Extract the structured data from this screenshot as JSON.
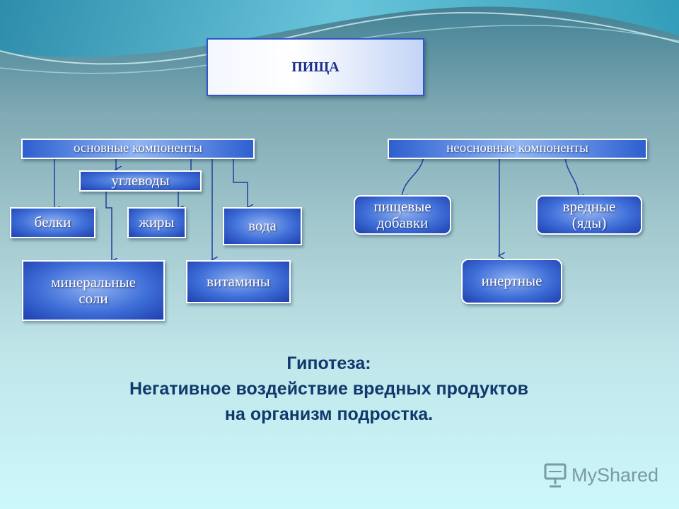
{
  "title": "ПИЩА",
  "branches": {
    "main": "основные компоненты",
    "secondary": "неосновные компоненты"
  },
  "nodes": {
    "carbs": "углеводы",
    "proteins": "белки",
    "fats": "жиры",
    "water": "вода",
    "minerals_line1": "минеральные",
    "minerals_line2": "соли",
    "vitamins": "витамины",
    "additives_line1": "пищевые",
    "additives_line2": "добавки",
    "harmful_line1": "вредные",
    "harmful_line2": "(яды)",
    "inert": "инертные"
  },
  "hypothesis": {
    "line1": "Гипотеза:",
    "line2": "Негативное воздействие вредных продуктов",
    "line3": "на организм подростка."
  },
  "logo": {
    "text": "MyShared",
    "icon": "presentation-screen-icon"
  },
  "colors": {
    "box": "#2f5fcf",
    "text_dark": "#10396c",
    "connector": "#1f3fa0"
  }
}
